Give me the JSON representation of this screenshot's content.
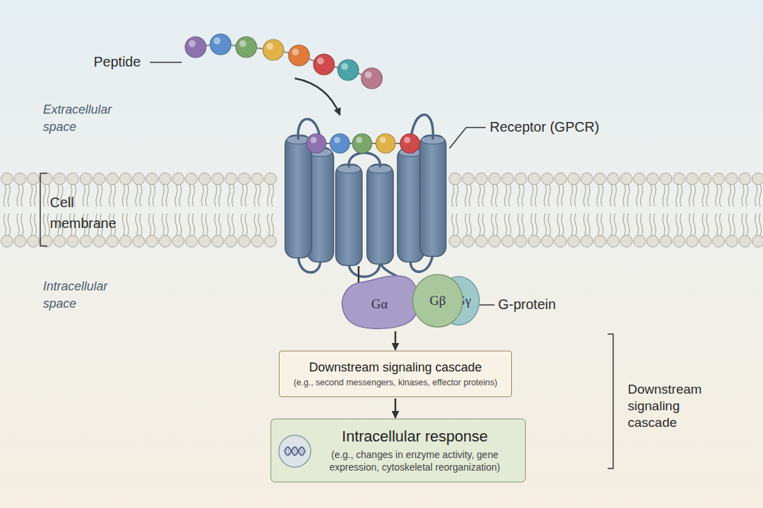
{
  "diagram": {
    "nodes": [
      {
        "text": [
          "Gα"
        ]
      },
      {
        "text": [
          "Gβ"
        ]
      },
      {
        "text": [
          "Gγ"
        ]
      },
      {
        "text": [
          "Downstream signaling cascade",
          "(e.g., second messengers, kinases, effector proteins)"
        ]
      },
      {
        "text": [
          "Intracellular response",
          "(e.g., changes in enzyme activity, gene expression, cytoskeletal reorganization)"
        ]
      }
    ],
    "edges": [
      {
        "from": 0,
        "to": 3,
        "arrow": "to"
      },
      {
        "from": 3,
        "to": 4,
        "arrow": "to"
      }
    ],
    "labels": [
      "Peptide",
      "Extracellular space",
      "Receptor (GPCR)",
      "Cell membrane",
      "Intracellular space",
      "G-protein",
      "Downstream signaling cascade"
    ]
  }
}
